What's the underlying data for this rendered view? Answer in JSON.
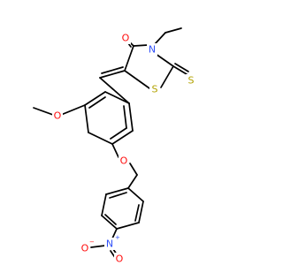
{
  "colors": {
    "bond": "#000000",
    "O": "#ff0d0d",
    "N": "#3050f8",
    "S": "#b2a200"
  },
  "atoms": {
    "o_carbonyl": "O",
    "n_ring": "N",
    "s_thione": "S",
    "s_ring": "S",
    "o_methoxy": "O",
    "o_ether": "O",
    "n_nitro": "N",
    "o_nitro_left": "O",
    "o_nitro_right": "O"
  },
  "charges": {
    "n_nitro": "+",
    "o_nitro_left": "−"
  }
}
